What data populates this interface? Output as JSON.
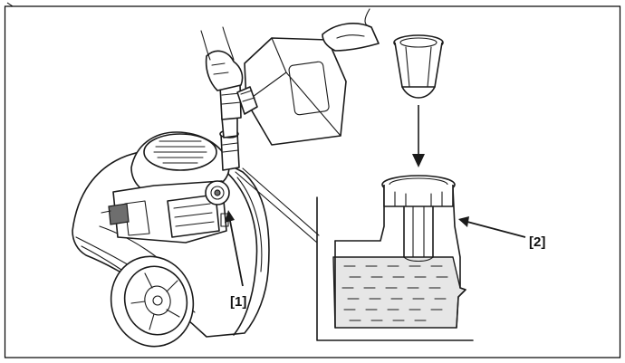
{
  "figure": {
    "callouts": [
      {
        "id": "1",
        "text": "[1]"
      },
      {
        "id": "2",
        "text": "[2]"
      }
    ],
    "colors": {
      "line": "#1a1a1a",
      "oil_fill": "#e6e6e6",
      "frame": "#000000"
    }
  }
}
